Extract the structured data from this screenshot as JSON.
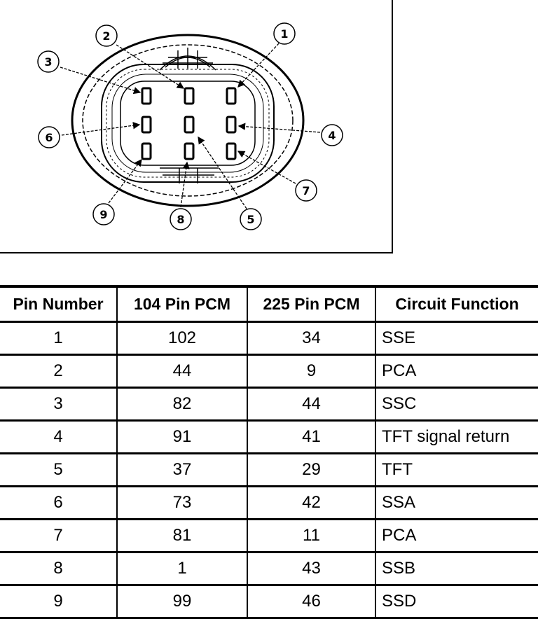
{
  "diagram": {
    "callouts": [
      {
        "label": "1"
      },
      {
        "label": "2"
      },
      {
        "label": "3"
      },
      {
        "label": "4"
      },
      {
        "label": "5"
      },
      {
        "label": "6"
      },
      {
        "label": "7"
      },
      {
        "label": "8"
      },
      {
        "label": "9"
      }
    ]
  },
  "table": {
    "headers": [
      "Pin Number",
      "104 Pin PCM",
      "225 Pin PCM",
      "Circuit Function"
    ],
    "rows": [
      {
        "pin": "1",
        "pcm104": "102",
        "pcm225": "34",
        "function": "SSE"
      },
      {
        "pin": "2",
        "pcm104": "44",
        "pcm225": "9",
        "function": "PCA"
      },
      {
        "pin": "3",
        "pcm104": "82",
        "pcm225": "44",
        "function": "SSC"
      },
      {
        "pin": "4",
        "pcm104": "91",
        "pcm225": "41",
        "function": "TFT signal return"
      },
      {
        "pin": "5",
        "pcm104": "37",
        "pcm225": "29",
        "function": "TFT"
      },
      {
        "pin": "6",
        "pcm104": "73",
        "pcm225": "42",
        "function": "SSA"
      },
      {
        "pin": "7",
        "pcm104": "81",
        "pcm225": "11",
        "function": "PCA"
      },
      {
        "pin": "8",
        "pcm104": "1",
        "pcm225": "43",
        "function": "SSB"
      },
      {
        "pin": "9",
        "pcm104": "99",
        "pcm225": "46",
        "function": "SSD"
      }
    ]
  }
}
